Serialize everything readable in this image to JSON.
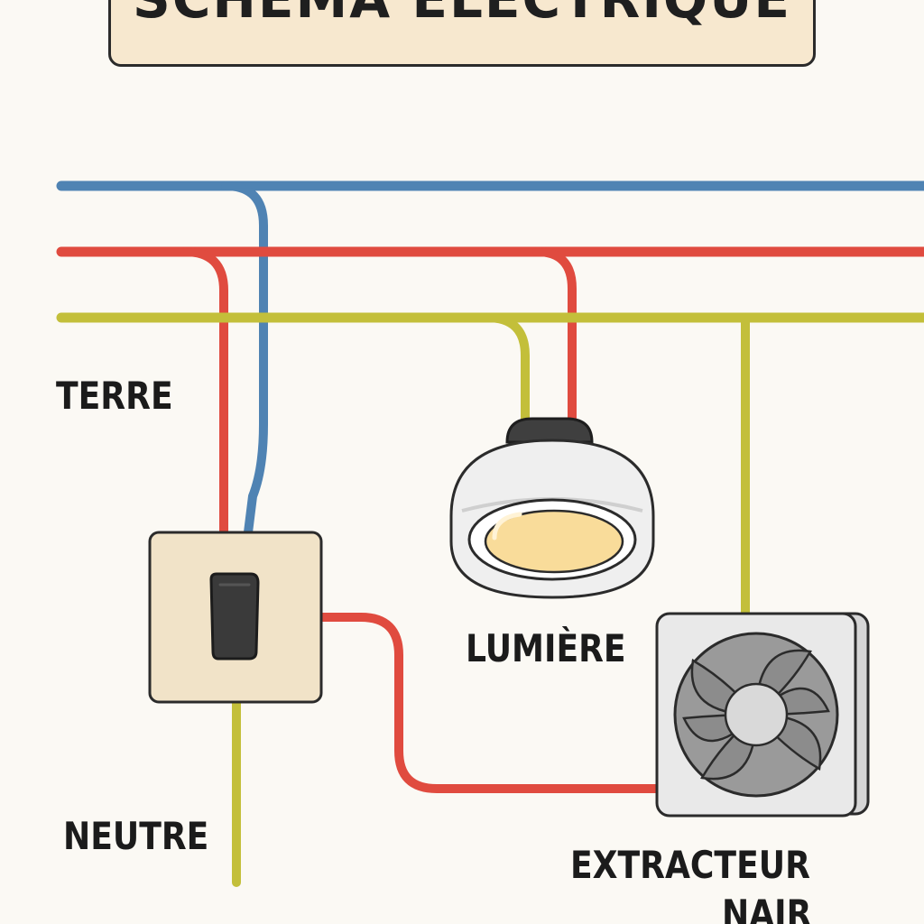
{
  "title": "SCHÉMA ÉLECTRIQUE",
  "labels": {
    "terre": "TERRE",
    "neutre": "NEUTRE",
    "lumiere": "LUMIÈRE",
    "extracteur_line1": "EXTRACTEUR",
    "extracteur_line2": "NAIR"
  },
  "colors": {
    "background": "#fbf9f4",
    "title_fill": "#f7e8cf",
    "wire_blue": "#4f83b3",
    "wire_red": "#e04b3f",
    "wire_yellow": "#c3bf3a",
    "switch_plate": "#f1e3c8",
    "switch_rocker": "#3a3a3a",
    "lamp_glow": "#f9dc9a",
    "fan_box": "#e6e6e6",
    "fan_blades": "#8c8c8c"
  },
  "icons": [
    "light-switch-icon",
    "ceiling-light-icon",
    "exhaust-fan-icon"
  ]
}
